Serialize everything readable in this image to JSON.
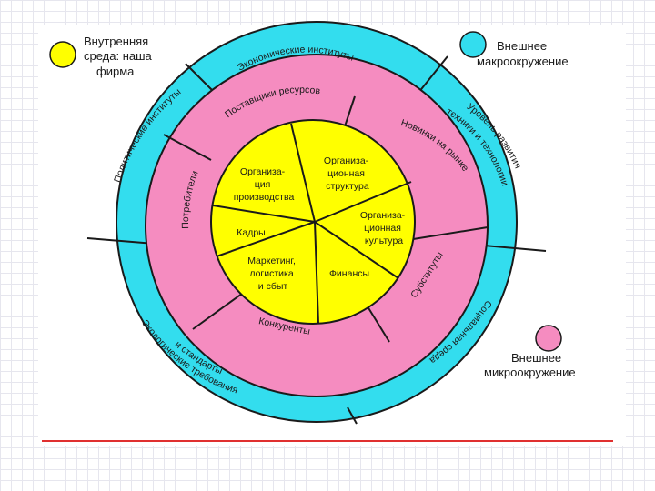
{
  "legend": {
    "inner": {
      "text": [
        "Внутренняя",
        "среда: наша",
        "фирма"
      ],
      "color": "#ffff00"
    },
    "macro": {
      "text": [
        "Внешнее",
        "макроокружение"
      ],
      "color": "#33ddee"
    },
    "micro": {
      "text": [
        "Внешнее",
        "микроокружение"
      ],
      "color": "#f58cc0"
    }
  },
  "colors": {
    "macro_ring": "#33ddee",
    "micro_ring": "#f58cc0",
    "core": "#ffff00",
    "outline": "#1a1a1a",
    "rule": "#e03030"
  },
  "macro_ring": {
    "economic": "Экономические институты",
    "technology": [
      "Уровень развития",
      "техники и технологии"
    ],
    "social": "Социальная среда",
    "ecology": [
      "Экологические требования",
      "и стандарты"
    ],
    "political": "Политические институты"
  },
  "micro_ring": {
    "suppliers": "Поставщики ресурсов",
    "novelties": "Новинки на рынке",
    "substitutes": "Субституты",
    "competitors": "Конкуренты",
    "consumers": "Потребители"
  },
  "core": {
    "production": [
      "Организа-",
      "ция",
      "производства"
    ],
    "structure": [
      "Организа-",
      "ционная",
      "структура"
    ],
    "culture": [
      "Организа-",
      "ционная",
      "культура"
    ],
    "finance": [
      "Финансы"
    ],
    "marketing": [
      "Маркетинг,",
      "логистика",
      "и сбыт"
    ],
    "personnel": [
      "Кадры"
    ]
  }
}
